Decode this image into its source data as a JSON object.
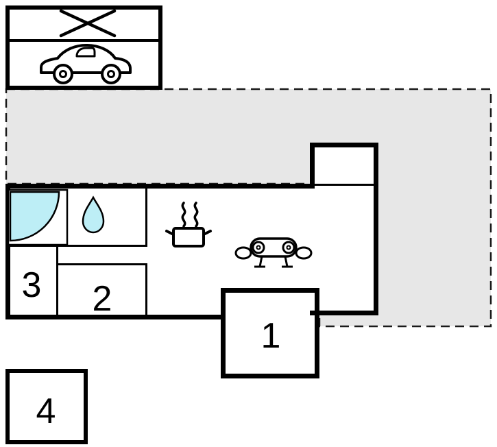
{
  "floorplan": {
    "title": "holiday-home-floor-plan",
    "labels": {
      "room1": "1",
      "room2": "2",
      "room3": "3",
      "room4": "4"
    },
    "colors": {
      "wall": "#000000",
      "water": "#bdeef6",
      "terrace": "#e7e7e7",
      "dash_line": "#1a1a1a",
      "background": "#ffffff"
    },
    "icons": {
      "no_access": "x-cross-icon",
      "carport": "car-icon",
      "shower": "quarter-circle-shower-icon",
      "water": "water-drop-icon",
      "kitchen": "steaming-pot-icon",
      "living": "sofa-icon"
    }
  }
}
